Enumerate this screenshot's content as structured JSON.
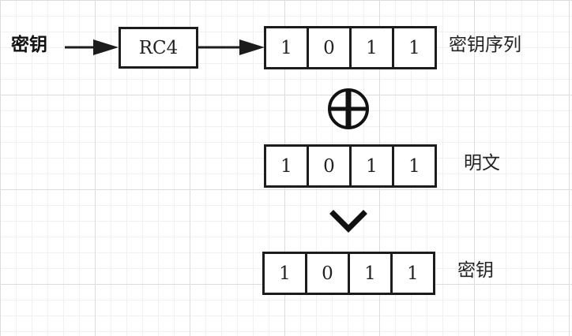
{
  "diagram": {
    "input_label": "密钥",
    "cipher_box": "RC4",
    "keystream": {
      "label": "密钥序列",
      "bits": [
        "1",
        "0",
        "1",
        "1"
      ]
    },
    "xor_icon": "circled-plus-icon",
    "plaintext": {
      "label": "明文",
      "bits": [
        "1",
        "0",
        "1",
        "1"
      ]
    },
    "result_icon": "chevron-down-icon",
    "output": {
      "label": "密钥",
      "bits": [
        "1",
        "0",
        "1",
        "1"
      ]
    }
  }
}
